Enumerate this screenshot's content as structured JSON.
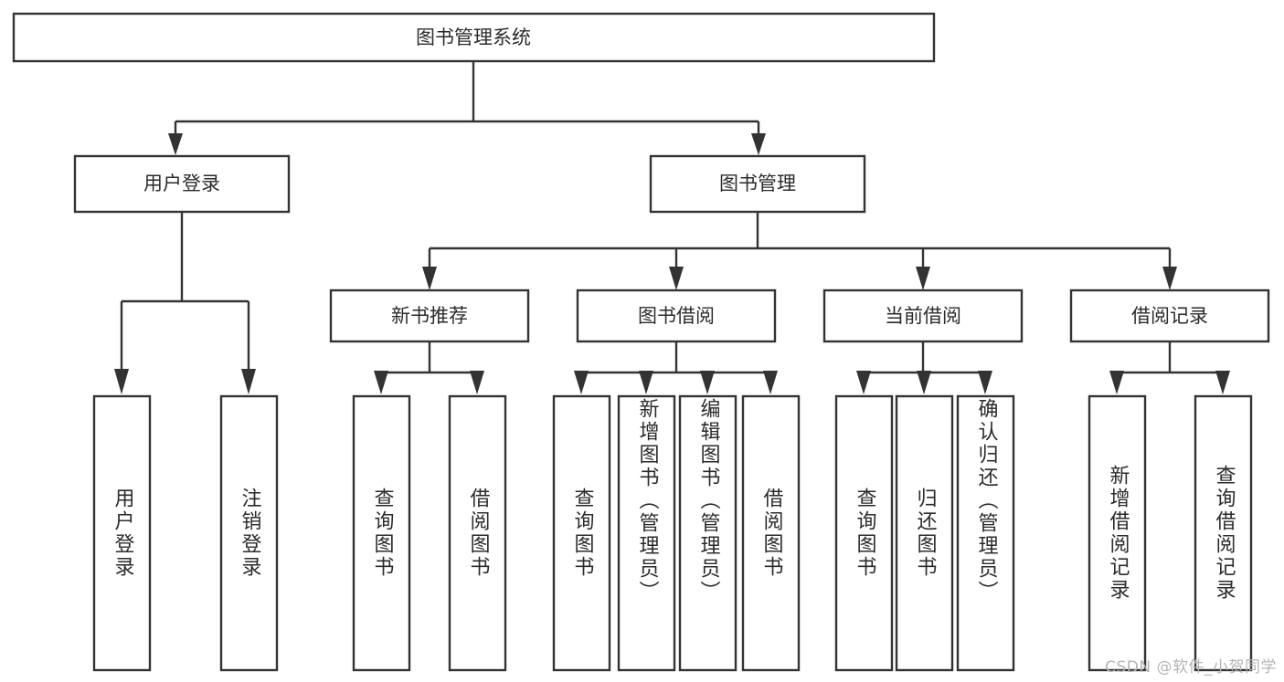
{
  "diagram": {
    "title": "图书管理系统",
    "watermark": "CSDN @软件_小贺同学",
    "type": "tree-hierarchy",
    "colors": {
      "box_stroke": "#333333",
      "box_fill": "#ffffff",
      "text": "#2b2b2b",
      "background": "#ffffff",
      "watermark": "#b4b4b4"
    },
    "levels": {
      "root": {
        "label": "图书管理系统"
      },
      "level2": [
        {
          "label": "用户登录"
        },
        {
          "label": "图书管理"
        }
      ],
      "level3": [
        {
          "label": "新书推荐"
        },
        {
          "label": "图书借阅"
        },
        {
          "label": "当前借阅"
        },
        {
          "label": "借阅记录"
        }
      ],
      "leaves": {
        "user_login": [
          {
            "label": "用户登录"
          },
          {
            "label": "注销登录"
          }
        ],
        "new_book_recommend": [
          {
            "label": "查询图书"
          },
          {
            "label": "借阅图书"
          }
        ],
        "book_borrow": [
          {
            "label": "查询图书"
          },
          {
            "label": "新增图书（管理员）"
          },
          {
            "label": "编辑图书（管理员）"
          },
          {
            "label": "借阅图书"
          }
        ],
        "current_borrow": [
          {
            "label": "查询图书"
          },
          {
            "label": "归还图书"
          },
          {
            "label": "确认归还（管理员）"
          }
        ],
        "borrow_record": [
          {
            "label": "新增借阅记录"
          },
          {
            "label": "查询借阅记录"
          }
        ]
      }
    }
  }
}
